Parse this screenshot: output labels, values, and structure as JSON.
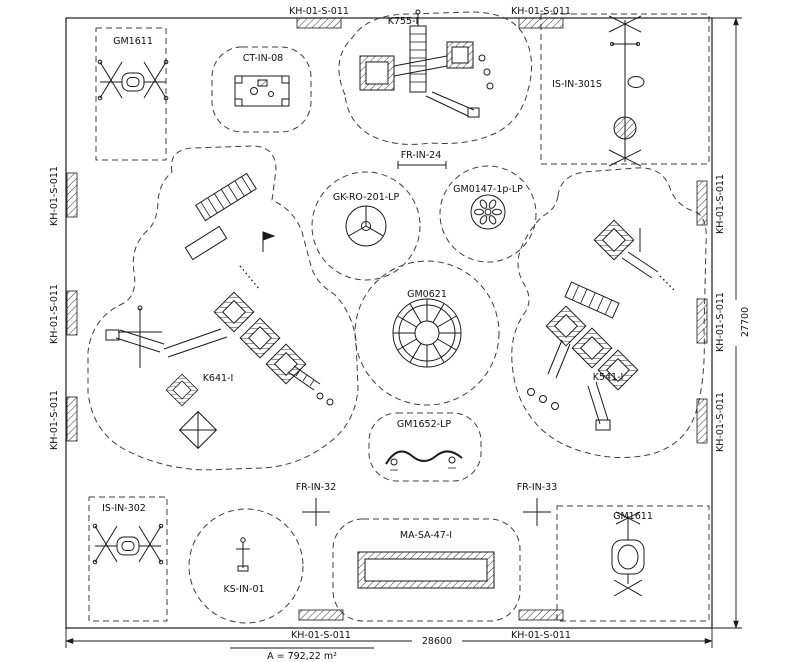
{
  "plan": {
    "type": "playground-site-plan"
  },
  "dims": {
    "width": "28600",
    "height": "27700",
    "area": "A = 792,22 m²"
  },
  "labels": {
    "kh_top_left": "KH-01-S-011",
    "kh_top_right": "KH-01-S-011",
    "kh_left_1": "KH-01-S-011",
    "kh_left_2": "KH-01-S-011",
    "kh_left_3": "KH-01-S-011",
    "kh_right_1": "KH-01-S-011",
    "kh_right_2": "KH-01-S-011",
    "kh_right_3": "KH-01-S-011",
    "kh_bottom_left": "KH-01-S-011",
    "kh_bottom_right": "KH-01-S-011",
    "gm1611_top_left": "GM1611",
    "ct_in_08": "CT-IN-08",
    "k755": "K755-I",
    "is_in_301s": "IS-IN-301S",
    "fr_in_24": "FR-IN-24",
    "gk_ro_201_lp": "GK-RO-201-LP",
    "gm0147_1p_lp": "GM0147-1p-LP",
    "gm0621": "GM0621",
    "k641": "K641-I",
    "k541": "K541-I",
    "gm1652_lp": "GM1652-LP",
    "fr_in_32": "FR-IN-32",
    "fr_in_33": "FR-IN-33",
    "is_in_302": "IS-IN-302",
    "ks_in_01": "KS-IN-01",
    "ma_sa_47": "MA-SA-47-I",
    "gm1611_bottom_right": "GM1611"
  },
  "colors": {
    "ink": "#1a1a1a",
    "paper": "#ffffff",
    "zone": "#3c3c3c"
  }
}
